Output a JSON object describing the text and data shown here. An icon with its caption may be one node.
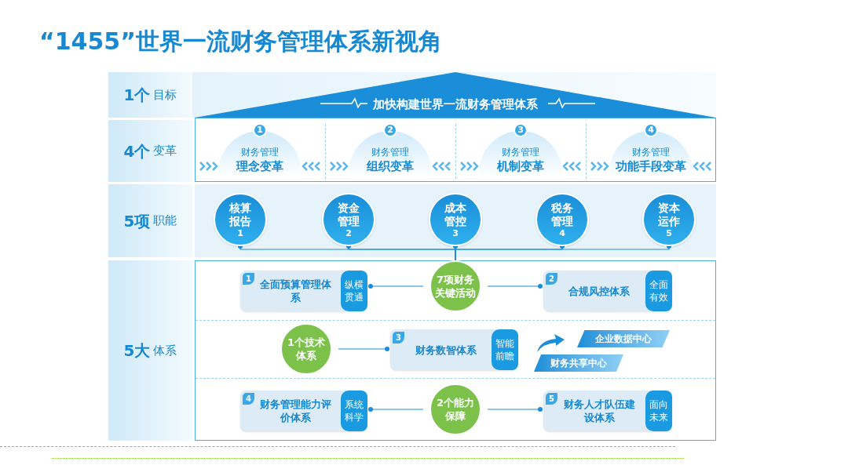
{
  "diagram": {
    "title": "“1455”世界一流财务管理体系新视角",
    "nodes": [
      {
        "text": [
          "1个",
          "目标"
        ]
      },
      {
        "text": [
          "加快构建世界一流财务管理体系"
        ]
      },
      {
        "text": [
          "4个",
          "变革"
        ]
      },
      {
        "text": [
          "1",
          "财务管理",
          "理念变革"
        ]
      },
      {
        "text": [
          "2",
          "财务管理",
          "组织变革"
        ]
      },
      {
        "text": [
          "3",
          "财务管理",
          "机制变革"
        ]
      },
      {
        "text": [
          "4",
          "财务管理",
          "功能手段变革"
        ]
      },
      {
        "text": [
          "5项",
          "职能"
        ]
      },
      {
        "text": [
          "核算报告",
          "1"
        ]
      },
      {
        "text": [
          "资金管理",
          "2"
        ]
      },
      {
        "text": [
          "成本管控",
          "3"
        ]
      },
      {
        "text": [
          "税务管理",
          "4"
        ]
      },
      {
        "text": [
          "资本运作",
          "5"
        ]
      },
      {
        "text": [
          "5大",
          "体系"
        ]
      },
      {
        "text": [
          "7项财务关键活动"
        ]
      },
      {
        "text": [
          "1",
          "全面预算管理体系",
          "纵横贯通"
        ]
      },
      {
        "text": [
          "2",
          "合规风控体系",
          "全面有效"
        ]
      },
      {
        "text": [
          "1个技术体系"
        ]
      },
      {
        "text": [
          "3",
          "财务数智体系",
          "智能前瞻"
        ]
      },
      {
        "text": [
          "企业数据中心"
        ]
      },
      {
        "text": [
          "财务共享中心"
        ]
      },
      {
        "text": [
          "2个能力保障"
        ]
      },
      {
        "text": [
          "4",
          "财务管理能力评价体系",
          "系统科学"
        ]
      },
      {
        "text": [
          "5",
          "财务人才队伍建设体系",
          "面向未来"
        ]
      }
    ],
    "edges": [
      {
        "from": 14,
        "to": 8,
        "arrow": "other"
      },
      {
        "from": 14,
        "to": 9,
        "arrow": "other"
      },
      {
        "from": 14,
        "to": 10,
        "arrow": "other"
      },
      {
        "from": 14,
        "to": 11,
        "arrow": "other"
      },
      {
        "from": 14,
        "to": 12,
        "arrow": "other"
      },
      {
        "from": 14,
        "to": 15,
        "arrow": "other"
      },
      {
        "from": 14,
        "to": 16,
        "arrow": "other"
      },
      {
        "from": 17,
        "to": 18,
        "arrow": "other"
      },
      {
        "from": 21,
        "to": 22,
        "arrow": "other"
      },
      {
        "from": 21,
        "to": 23,
        "arrow": "other"
      }
    ]
  }
}
